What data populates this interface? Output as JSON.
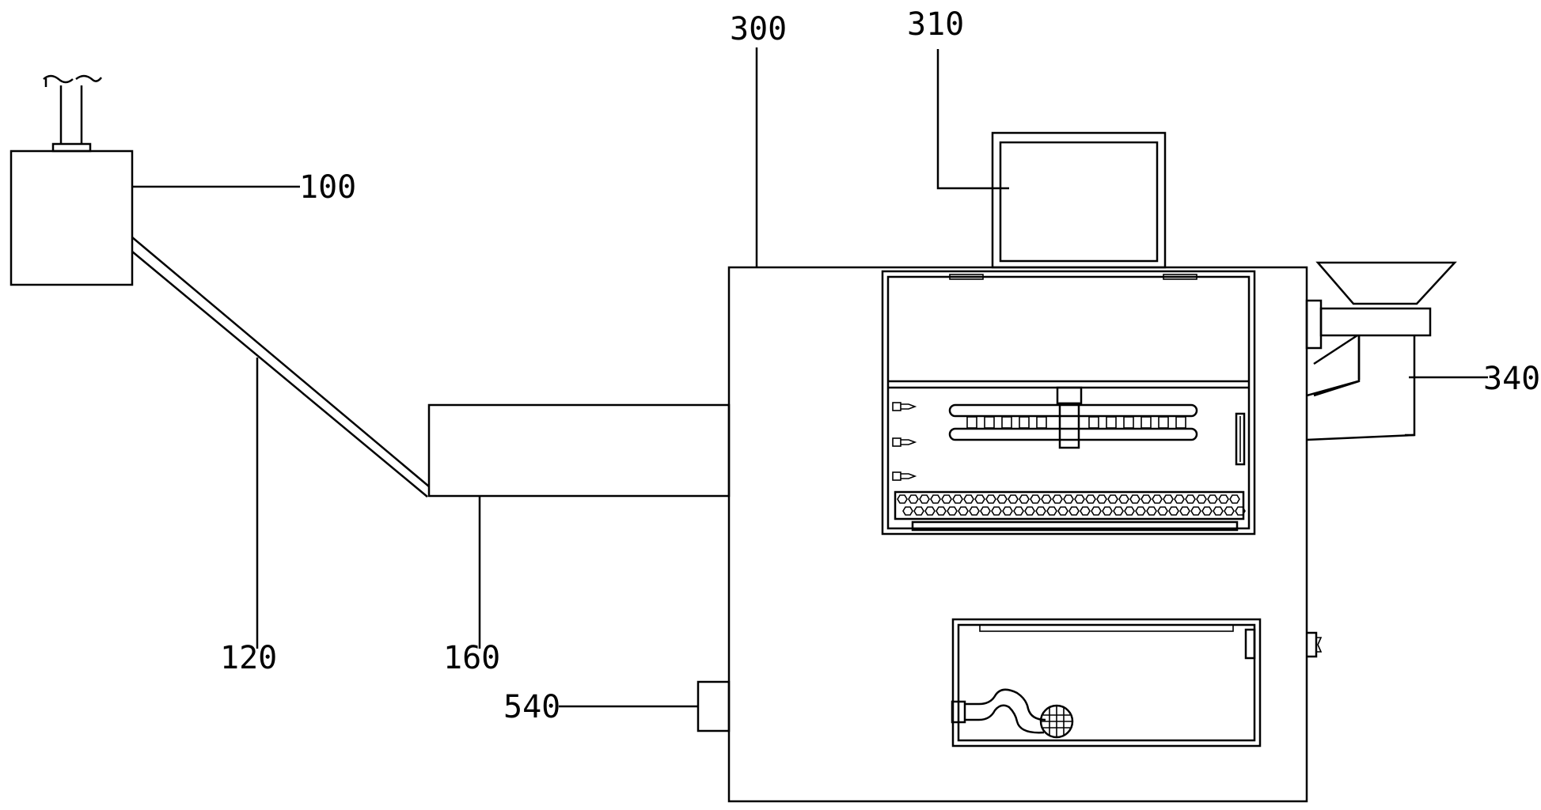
{
  "labels": {
    "ref_100": "100",
    "ref_120": "120",
    "ref_160": "160",
    "ref_300": "300",
    "ref_310": "310",
    "ref_340": "340",
    "ref_540": "540"
  },
  "colors": {
    "line": "#000000",
    "background": "#ffffff"
  }
}
